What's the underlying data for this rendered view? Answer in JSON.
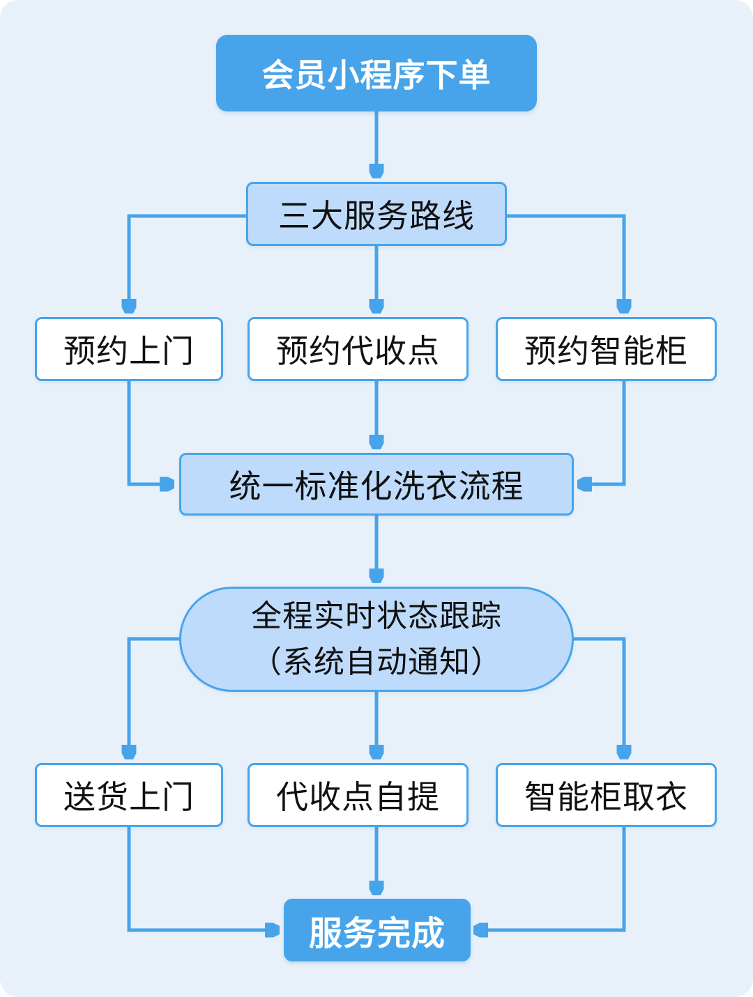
{
  "diagram": {
    "type": "flowchart",
    "colors": {
      "canvas_background": "#e8f1fa",
      "accent_blue": "#47a4ea",
      "light_node_fill": "#bfdbfb",
      "white_node_fill": "#ffffff",
      "text_dark": "#111111",
      "text_light": "#ffffff"
    },
    "nodes": {
      "order": {
        "label": "会员小程序下单"
      },
      "routes": {
        "label": "三大服务路线"
      },
      "book_home": {
        "label": "预约上门"
      },
      "book_point": {
        "label": "预约代收点"
      },
      "book_locker": {
        "label": "预约智能柜"
      },
      "process": {
        "label": "统一标准化洗衣流程"
      },
      "tracking": {
        "line1": "全程实时状态跟踪",
        "line2": "（系统自动通知）"
      },
      "delivery": {
        "label": "送货上门"
      },
      "pickup_point": {
        "label": "代收点自提"
      },
      "pickup_locker": {
        "label": "智能柜取衣"
      },
      "done": {
        "label": "服务完成"
      }
    },
    "edges": [
      "order->routes",
      "routes->book_home",
      "routes->book_point",
      "routes->book_locker",
      "book_home->process",
      "book_point->process",
      "book_locker->process",
      "process->tracking",
      "tracking->delivery",
      "tracking->pickup_point",
      "tracking->pickup_locker",
      "delivery->done",
      "pickup_point->done",
      "pickup_locker->done"
    ]
  }
}
